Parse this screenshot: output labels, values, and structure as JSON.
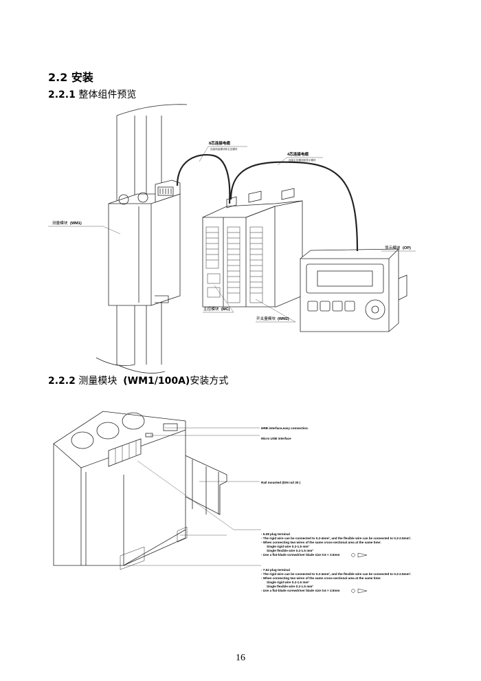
{
  "section": {
    "number": "2.2",
    "title": "安装"
  },
  "sub1": {
    "number": "2.2.1",
    "title": "整体组件预览"
  },
  "sub2": {
    "number": "2.2.2",
    "title_a": "测量模块",
    "title_b": "(WM1/100A)",
    "title_c": "安装方式"
  },
  "fig1": {
    "cable8_title": "8芯连接电缆",
    "cable8_sub": "连接测量模块和主控模块",
    "cable4_title": "4芯连接电缆",
    "cable4_sub": "连接主控模块和显示模块",
    "wm1_cn": "测量模块",
    "wm1_code": "(WM1)",
    "op_cn": "显示模块",
    "op_code": "(OP)",
    "mc_cn": "主控模块",
    "mc_code": "(MC)",
    "wm2_cn": "开关量模块",
    "wm2_code": "(WM2)"
  },
  "fig2": {
    "hrb": "HRB interface,easy connection.",
    "usb": "Micro USB interface",
    "rail": "Rail mounted (DIN rail 35 )",
    "t508": [
      "- 5.08 plug terminal",
      "- The rigid wire can be connected to 0.2-4mm², and the flexible wire can be connected to 0.2-2.5mm².",
      "- When connecting two wires of the same cross-sectional area at the same time:",
      "Single rigid wire 0.2-1.5 mm²",
      "Single flexible wire 0.2-1.5 mm²",
      "- Use a flat-blade screwdriver blade size 0.6 × 3.5mm"
    ],
    "t762": [
      "- 7.62 plug terminal",
      "- The rigid wire can be connected to 0.2-4mm², and the flexible wire can be connected to 0.2-2.5mm².",
      "- When connecting two wires of the same cross-sectional area at the same time:",
      "Single rigid wire 0.2-1.5 mm²",
      "Single flexible wire 0.2-1.5 mm²",
      "- Use a flat-blade screwdriver blade size 0.6 × 3.5mm"
    ]
  },
  "page_number": "16"
}
